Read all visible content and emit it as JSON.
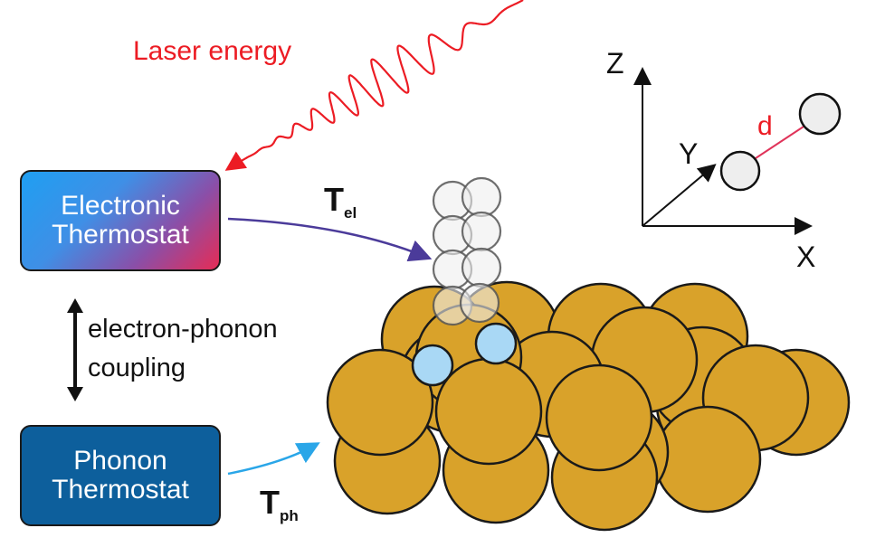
{
  "laser": {
    "label": "Laser energy"
  },
  "electronic_thermostat": {
    "line1": "Electronic",
    "line2": "Thermostat"
  },
  "phonon_thermostat": {
    "line1": "Phonon",
    "line2": "Thermostat"
  },
  "coupling": {
    "line1": "electron-phonon",
    "line2": "coupling"
  },
  "temperatures": {
    "electronic": {
      "symbol": "T",
      "subscript": "el"
    },
    "phonon": {
      "symbol": "T",
      "subscript": "ph"
    }
  },
  "axes": {
    "x": "X",
    "y": "Y",
    "z": "Z",
    "distance": "d"
  },
  "colors": {
    "laser": "#ec1c24",
    "gold_atom": "#d9a22a",
    "adsorbate_atom": "#a9d8f5",
    "phonon_box": "#0d5f9c",
    "electronic_box_start": "#1f9ff2",
    "electronic_box_end": "#e62c55",
    "el_arrow": "#4b3b9a",
    "ph_arrow": "#2aa6e8"
  }
}
